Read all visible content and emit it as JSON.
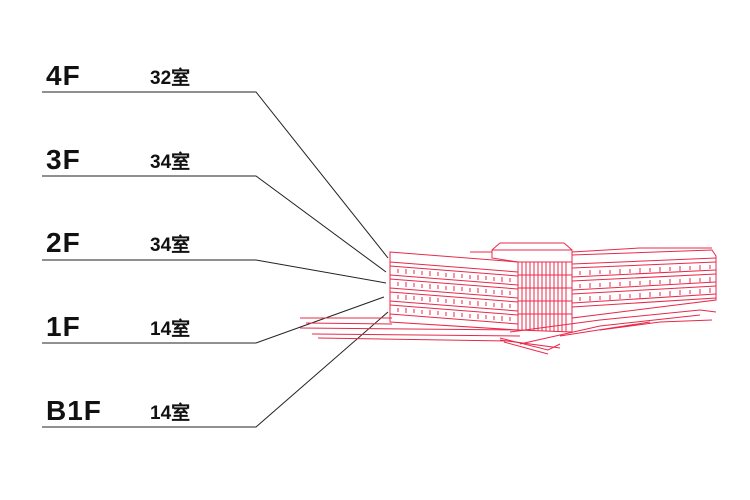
{
  "floors": [
    {
      "label": "4F",
      "rooms": "32室"
    },
    {
      "label": "3F",
      "rooms": "34室"
    },
    {
      "label": "2F",
      "rooms": "34室"
    },
    {
      "label": "1F",
      "rooms": "14室"
    },
    {
      "label": "B1F",
      "rooms": "14室"
    }
  ],
  "colors": {
    "building": "#e8294a",
    "leader_line": "#222222",
    "text": "#111111"
  }
}
